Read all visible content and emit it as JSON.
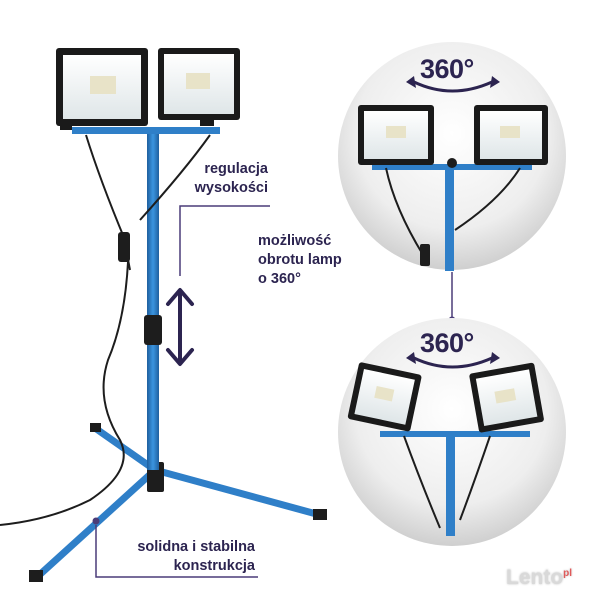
{
  "labels": {
    "height_line1": "regulacja",
    "height_line2": "wysokości",
    "rotation_line1": "możliwość",
    "rotation_line2": "obrotu lamp",
    "rotation_line3": "o 360°",
    "stable_line1": "solidna i stabilna",
    "stable_line2": "konstrukcja"
  },
  "badges": {
    "top": "360°",
    "bottom": "360°"
  },
  "watermark": {
    "brand": "Lento",
    "tld": "pl"
  },
  "colors": {
    "stand_blue": "#2f7fc8",
    "label_text": "#2c2450",
    "accent_line": "#4a3c78"
  }
}
